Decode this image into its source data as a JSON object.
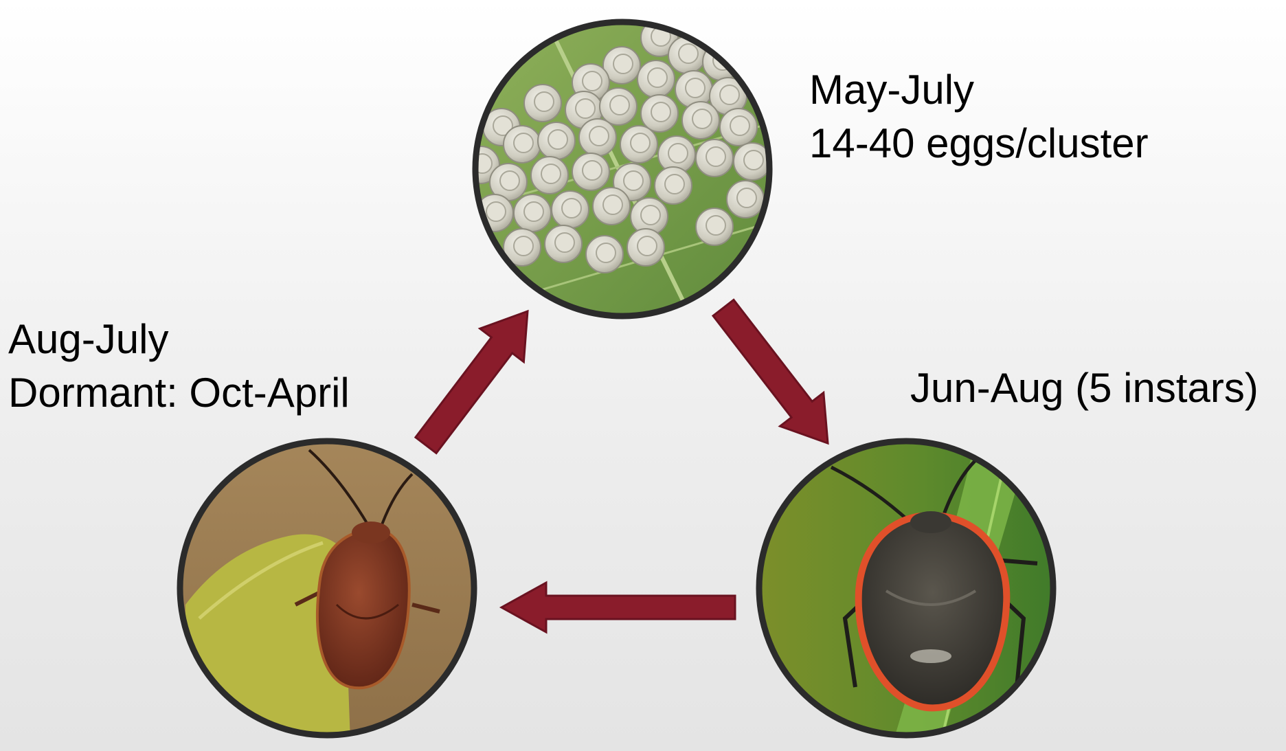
{
  "stages": {
    "eggs": {
      "lines": [
        "May-July",
        "14-40 eggs/cluster"
      ],
      "photo": "egg-cluster-on-leaf"
    },
    "nymph": {
      "lines": [
        "Jun-Aug (5 instars)"
      ],
      "photo": "nymph-bug-on-grass"
    },
    "adult": {
      "lines": [
        "Aug-July",
        "Dormant: Oct-April"
      ],
      "photo": "adult-bug-on-leaf"
    }
  },
  "colors": {
    "arrow_fill": "#8a1c2b",
    "arrow_stroke": "#6a1220",
    "circle_border": "#2b2b2b"
  }
}
